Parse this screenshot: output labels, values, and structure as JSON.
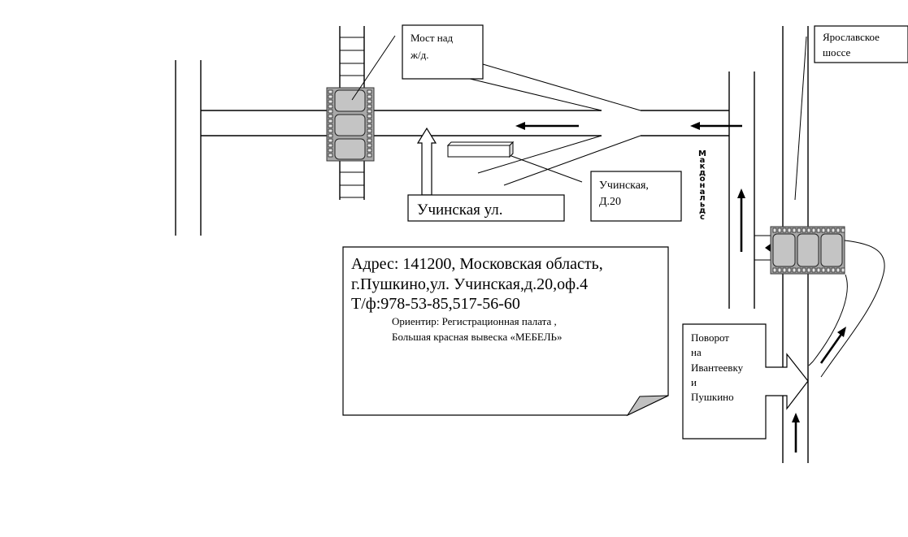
{
  "labels": {
    "bridge": [
      "Мост над",
      "ж/д."
    ],
    "highway": [
      "Ярославское",
      "шоссе"
    ],
    "street": "Учинская ул.",
    "building": [
      "Учинская,",
      "Д.20"
    ],
    "mcdonalds": "Макдональдс",
    "turn": [
      "Поворот",
      "на",
      "Ивантеевку",
      "и",
      "Пушкино"
    ]
  },
  "address_note": {
    "line1": "Адрес: 141200, Московская область,",
    "line2": "г.Пушкино,ул. Учинская,д.20,оф.4",
    "line3": "Т/ф:978-53-85,517-56-60",
    "landmark1": "Ориентир: Регистрационная палата ,",
    "landmark2": "Большая красная вывеска «МЕБЕЛЬ»"
  },
  "colors": {
    "line": "#000000",
    "film_fill": "#a8a8a8",
    "frame_fill": "#c4c4c4",
    "page_curl": "#c0c0c0"
  },
  "icons": {
    "bridge_marker": "filmstrip-icon",
    "overpass_marker": "filmstrip-icon",
    "direction": "arrow-icon"
  }
}
